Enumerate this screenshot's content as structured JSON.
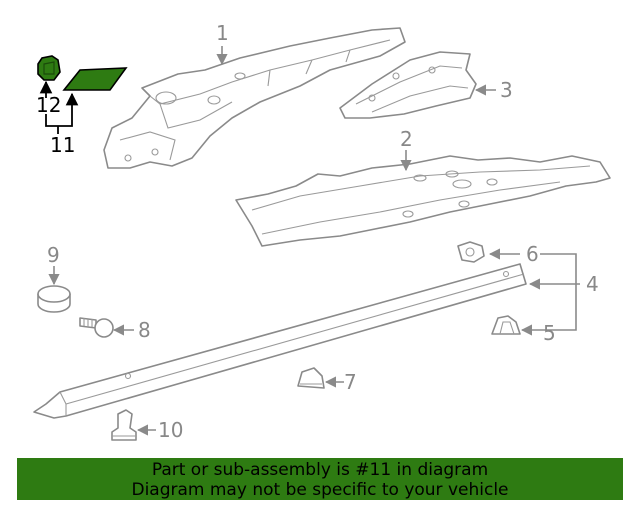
{
  "callouts": {
    "c1": "1",
    "c2": "2",
    "c3": "3",
    "c4": "4",
    "c5": "5",
    "c6": "6",
    "c7": "7",
    "c8": "8",
    "c9": "9",
    "c10": "10",
    "c11": "11",
    "c12": "12"
  },
  "highlight_color": "#2e7b12",
  "banner": {
    "line1": "Part or sub-assembly is #11 in diagram",
    "line2": "Diagram may not be specific to your vehicle"
  }
}
